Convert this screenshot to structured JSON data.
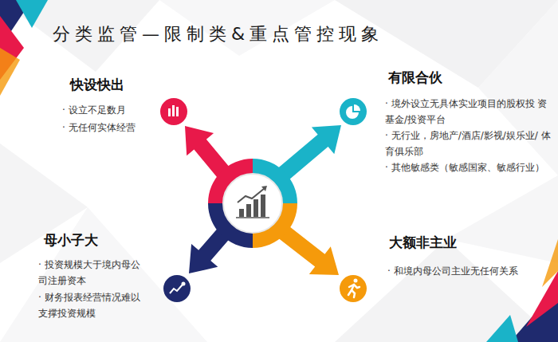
{
  "diagram": {
    "title": "分类监管—限制类&重点管控现象",
    "labels": [
      "快设快出",
      "· 设立不足数月",
      "· 无任何实体经营",
      "有限合伙",
      "· 境外设立无具体实业项目的股权投 资基金/投资平台",
      "· 无行业，房地产/酒店/影视/娱乐业/ 体育俱乐部",
      "· 其他敏感类（敏感国家、敏感行业）",
      "母小子大",
      "· 投资规模大于境内母公 司注册资本",
      "· 财务报表经营情况难以 支撑投资规模",
      "大额非主业",
      "· 和境内母公司主业无任何关系"
    ]
  }
}
